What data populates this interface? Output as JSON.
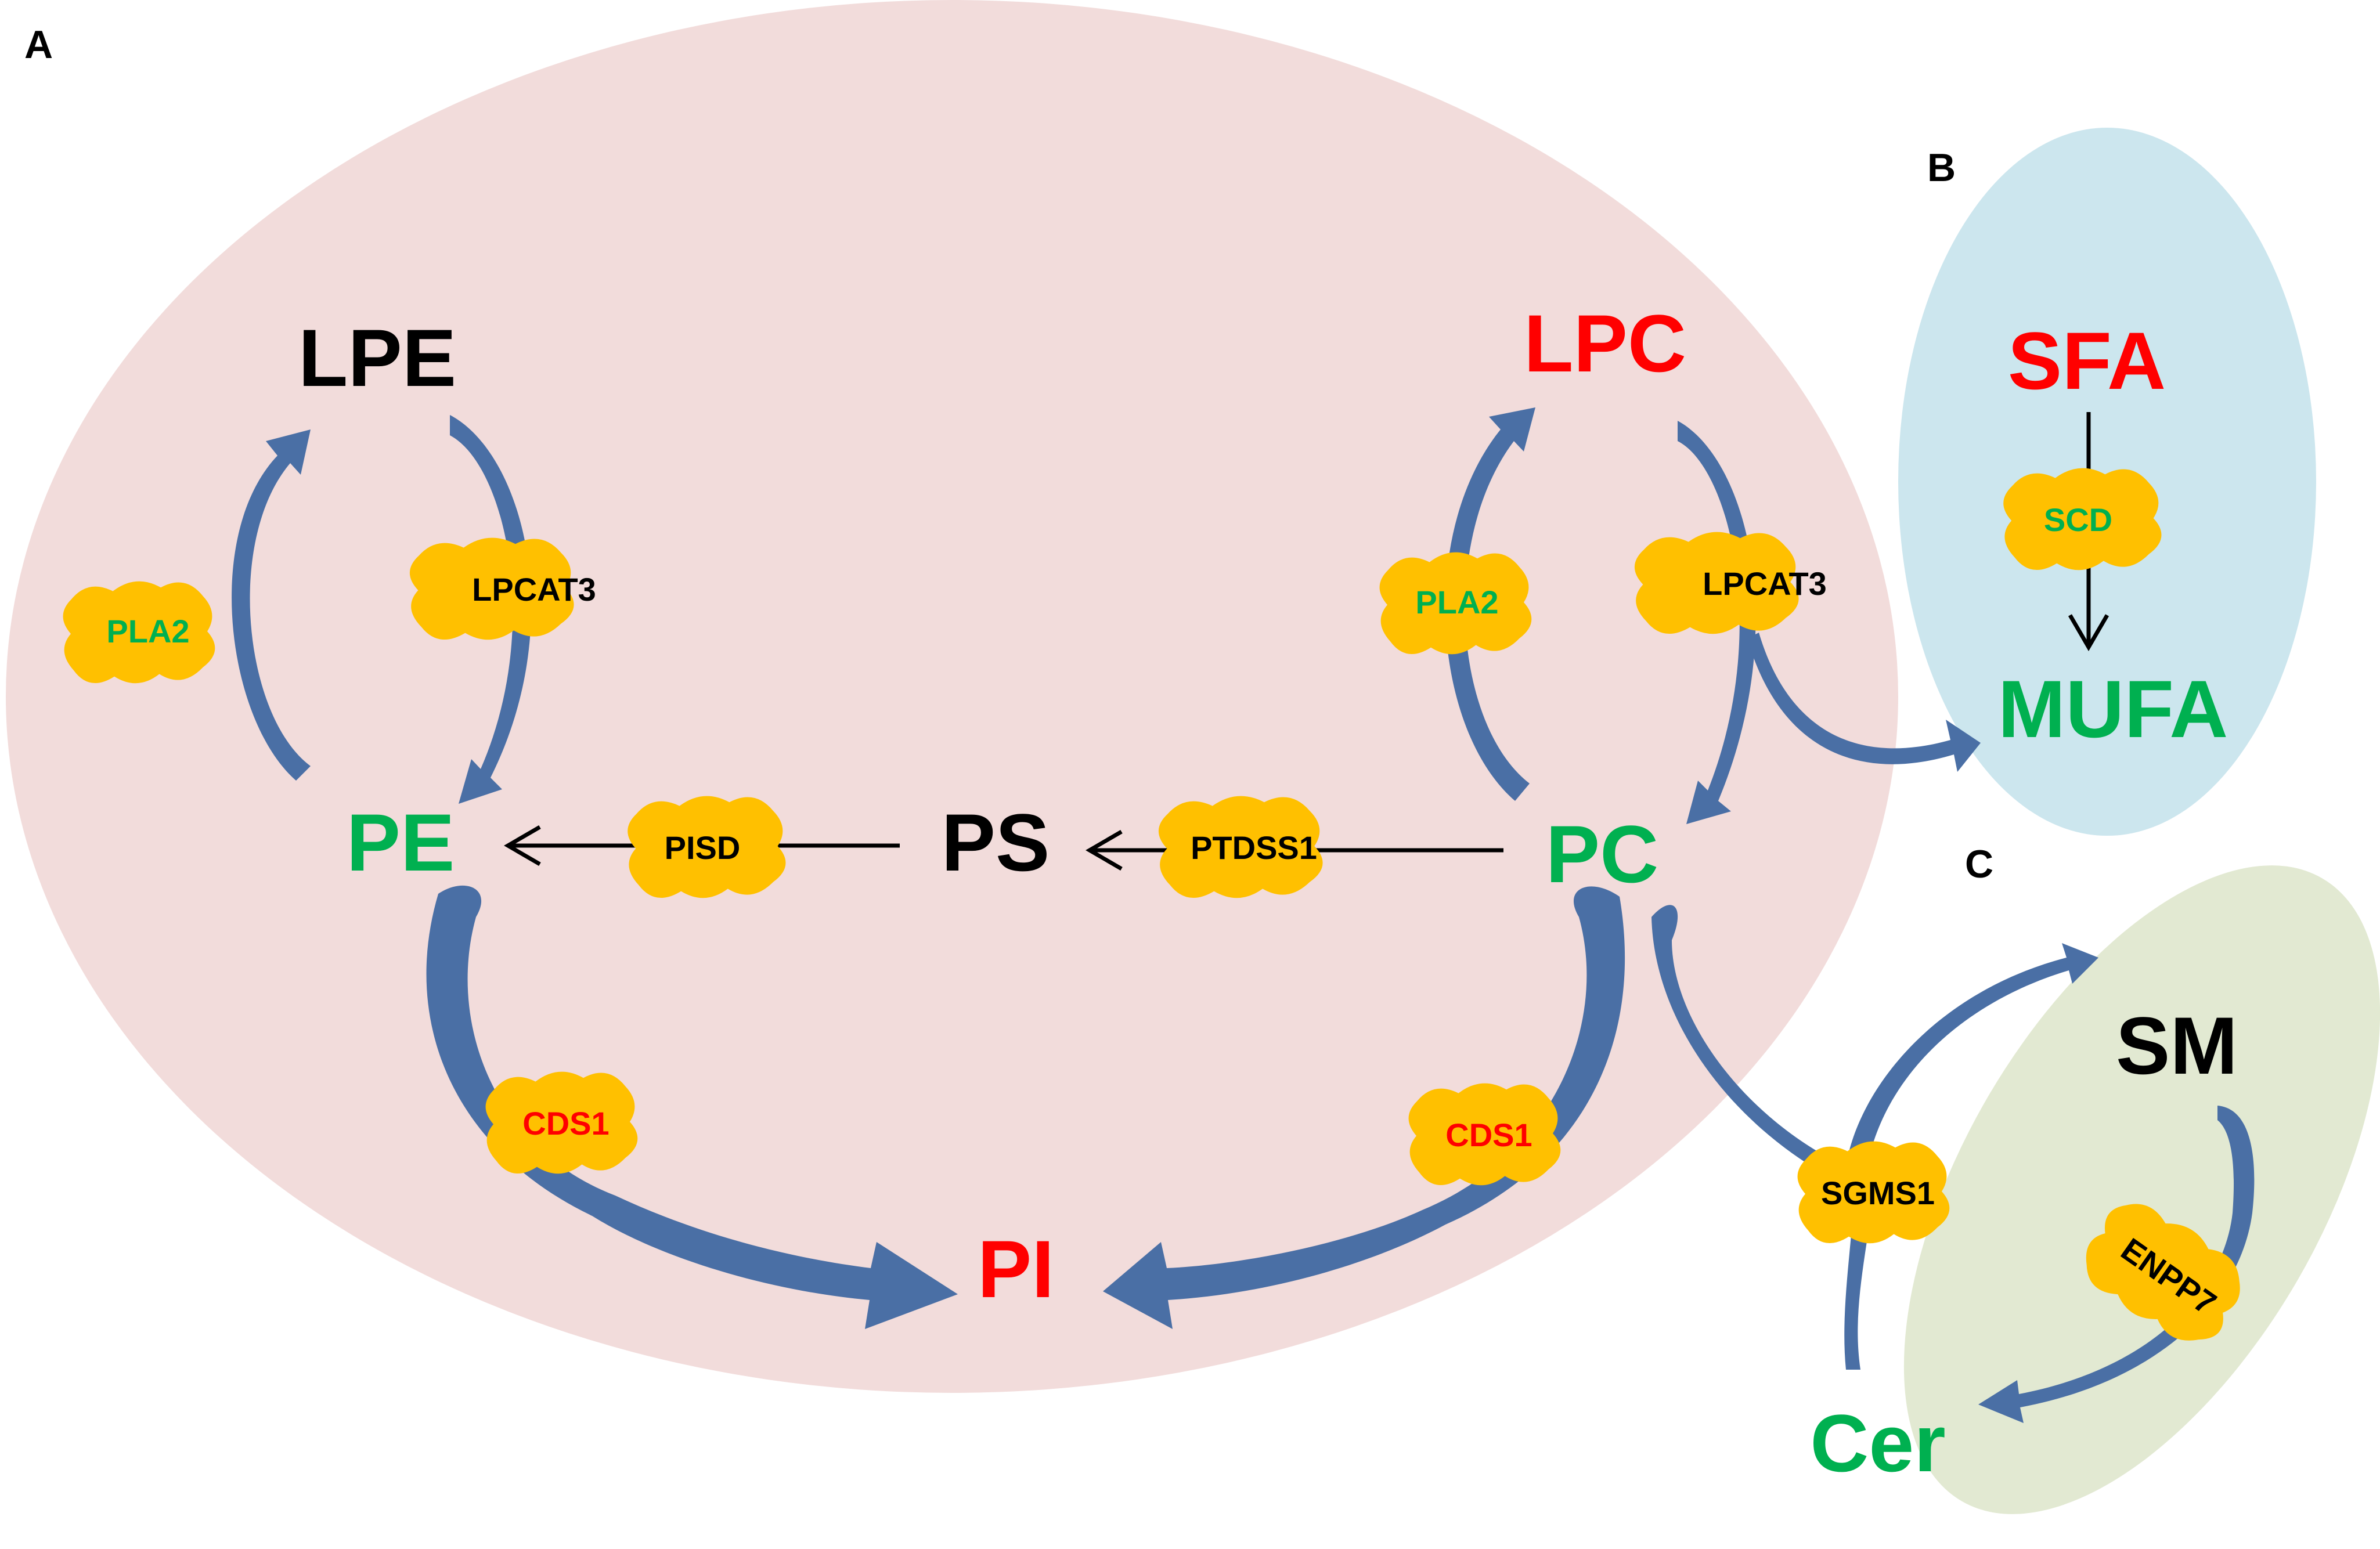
{
  "panels": {
    "a": {
      "label": "A",
      "fill": "#f2dcdb"
    },
    "b": {
      "label": "B",
      "fill": "#cce6ee"
    },
    "c": {
      "label": "C",
      "fill": "#e2e9d2"
    }
  },
  "metabolites": {
    "lpe": "LPE",
    "lpc": "LPC",
    "pe": "PE",
    "ps": "PS",
    "pc": "PC",
    "pi": "PI",
    "sfa": "SFA",
    "mufa": "MUFA",
    "sm": "SM",
    "cer": "Cer"
  },
  "enzymes": {
    "pla2_left": "PLA2",
    "lpcat3_left": "LPCAT3",
    "pla2_right": "PLA2",
    "lpcat3_right": "LPCAT3",
    "pisd": "PISD",
    "ptdss1": "PTDSS1",
    "cds1_left": "CDS1",
    "cds1_right": "CDS1",
    "scd": "SCD",
    "sgms1": "SGMS1",
    "enpp7": "ENPP7"
  },
  "colors": {
    "black": "#000000",
    "red": "#ff0000",
    "green": "#00b050",
    "enzyme": "#ffc000",
    "arrow": "#4a6fa5"
  }
}
